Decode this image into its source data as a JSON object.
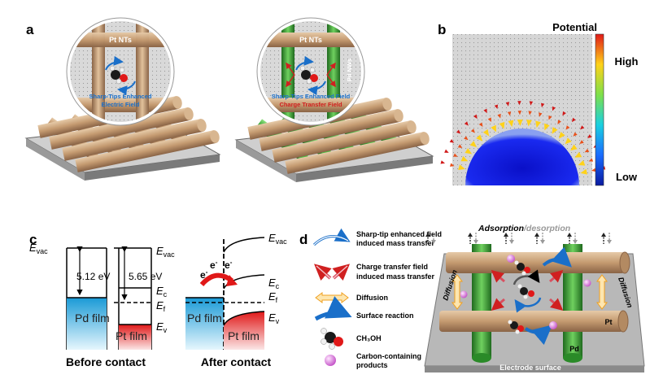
{
  "panel_a": {
    "letter": "a",
    "left": {
      "lens_title": "Pt NTs",
      "caption_line1": "Sharp-Tips Enhanced",
      "caption_line2": "Electric Field"
    },
    "right": {
      "lens_title": "Pt NTs",
      "side_label": "Pd NWs",
      "caption_line1": "Sharp-Tips Enhanced Field",
      "caption_line2": "Charge Transfer Field"
    }
  },
  "panel_b": {
    "letter": "b",
    "title": "Potential",
    "high": "High",
    "low": "Low"
  },
  "panel_c": {
    "letter": "c",
    "evac": "E",
    "evac_sub": "vac",
    "ec": "E",
    "ec_sub": "c",
    "ef": "E",
    "ef_sub": "f",
    "ev": "E",
    "ev_sub": "v",
    "pd_gap": "5.12 eV",
    "pt_gap": "5.65 eV",
    "pd_film": "Pd film",
    "pt_film": "Pt film",
    "electron": "e",
    "electron_sup": "-",
    "before": "Before contact",
    "after": "After contact"
  },
  "panel_d": {
    "letter": "d",
    "legend": [
      {
        "text1": "Sharp-tip enhanced field",
        "text2": "induced mass transfer"
      },
      {
        "text1": "Charge transfer field",
        "text2": "induced mass transfer"
      },
      {
        "text1": "Diffusion",
        "text2": ""
      },
      {
        "text1": "Surface reaction",
        "text2": ""
      },
      {
        "text1": "CH₃OH",
        "text2": ""
      },
      {
        "text1": "Carbon-containing",
        "text2": "products"
      }
    ],
    "adsorption": "Adsorption",
    "desorption": "/desorption",
    "diffusion": "Diffusion",
    "pt": "Pt",
    "pd": "Pd",
    "electrode": "Electrode surface"
  },
  "colors": {
    "pt_rod": "#c8a27c",
    "pd_rod": "#3ea83a",
    "pd_film": "#2aa6d9",
    "pt_film": "#e02020"
  }
}
